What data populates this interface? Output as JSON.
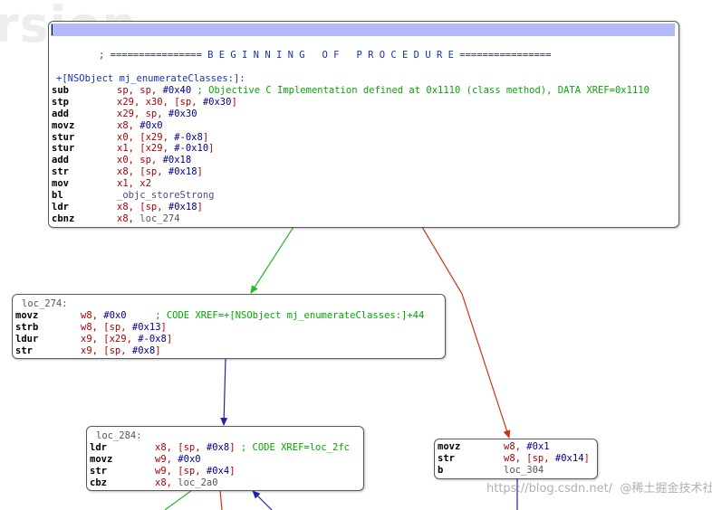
{
  "background_watermark": "rsion",
  "colors": {
    "register": "#aa0000",
    "number": "#000088",
    "comment": "#00aa00",
    "label": "#555555",
    "symbol": "#4b4b88",
    "banner": "#1a32b0",
    "edge_true": "#22bb22",
    "edge_false": "#cc3311",
    "edge_flow": "#2222aa",
    "selection": "#b3b9f5"
  },
  "nodes": {
    "n1": {
      "banner": "; ================ B E G I N N I N G   O F   P R O C E D U R E ================",
      "proc_name": "+[NSObject mj_enumerateClasses:]:",
      "lines": [
        {
          "m": "sub",
          "ops": [
            {
              "t": "sp, sp, ",
              "c": "register"
            },
            {
              "t": "#0x40",
              "c": "number"
            },
            {
              "t": " ; Objective C Implementation defined at 0x1110 (class method), DATA XREF=0x1110",
              "c": "comment"
            }
          ]
        },
        {
          "m": "stp",
          "ops": [
            {
              "t": "x29, x30, [sp, ",
              "c": "register"
            },
            {
              "t": "#0x30",
              "c": "number"
            },
            {
              "t": "]",
              "c": "register"
            }
          ]
        },
        {
          "m": "add",
          "ops": [
            {
              "t": "x29, sp, ",
              "c": "register"
            },
            {
              "t": "#0x30",
              "c": "number"
            }
          ]
        },
        {
          "m": "movz",
          "ops": [
            {
              "t": "x8, ",
              "c": "register"
            },
            {
              "t": "#0x0",
              "c": "number"
            }
          ]
        },
        {
          "m": "stur",
          "ops": [
            {
              "t": "x0, [x29, ",
              "c": "register"
            },
            {
              "t": "#-0x8",
              "c": "number"
            },
            {
              "t": "]",
              "c": "register"
            }
          ]
        },
        {
          "m": "stur",
          "ops": [
            {
              "t": "x1, [x29, ",
              "c": "register"
            },
            {
              "t": "#-0x10",
              "c": "number"
            },
            {
              "t": "]",
              "c": "register"
            }
          ]
        },
        {
          "m": "add",
          "ops": [
            {
              "t": "x0, sp, ",
              "c": "register"
            },
            {
              "t": "#0x18",
              "c": "number"
            }
          ]
        },
        {
          "m": "str",
          "ops": [
            {
              "t": "x8, [sp, ",
              "c": "register"
            },
            {
              "t": "#0x18",
              "c": "number"
            },
            {
              "t": "]",
              "c": "register"
            }
          ]
        },
        {
          "m": "mov",
          "ops": [
            {
              "t": "x1, x2",
              "c": "register"
            }
          ]
        },
        {
          "m": "bl",
          "ops": [
            {
              "t": "_objc_storeStrong",
              "c": "symbol"
            }
          ]
        },
        {
          "m": "ldr",
          "ops": [
            {
              "t": "x8, [sp, ",
              "c": "register"
            },
            {
              "t": "#0x18",
              "c": "number"
            },
            {
              "t": "]",
              "c": "register"
            }
          ]
        },
        {
          "m": "cbnz",
          "ops": [
            {
              "t": "x8, ",
              "c": "register"
            },
            {
              "t": "loc_274",
              "c": "label"
            }
          ]
        }
      ]
    },
    "n2": {
      "label": "loc_274:",
      "lines": [
        {
          "m": "movz",
          "ops": [
            {
              "t": "w8, ",
              "c": "register"
            },
            {
              "t": "#0x0",
              "c": "number"
            },
            {
              "t": "     ; CODE XREF=+[NSObject mj_enumerateClasses:]+44",
              "c": "comment"
            }
          ]
        },
        {
          "m": "strb",
          "ops": [
            {
              "t": "w8, [sp, ",
              "c": "register"
            },
            {
              "t": "#0x13",
              "c": "number"
            },
            {
              "t": "]",
              "c": "register"
            }
          ]
        },
        {
          "m": "ldur",
          "ops": [
            {
              "t": "x9, [x29, ",
              "c": "register"
            },
            {
              "t": "#-0x8",
              "c": "number"
            },
            {
              "t": "]",
              "c": "register"
            }
          ]
        },
        {
          "m": "str",
          "ops": [
            {
              "t": "x9, [sp, ",
              "c": "register"
            },
            {
              "t": "#0x8",
              "c": "number"
            },
            {
              "t": "]",
              "c": "register"
            }
          ]
        }
      ]
    },
    "n3": {
      "label": "loc_284:",
      "lines": [
        {
          "m": "ldr",
          "ops": [
            {
              "t": "x8, [sp, ",
              "c": "register"
            },
            {
              "t": "#0x8",
              "c": "number"
            },
            {
              "t": "]",
              "c": "register"
            },
            {
              "t": " ; CODE XREF=loc_2fc",
              "c": "comment"
            }
          ]
        },
        {
          "m": "movz",
          "ops": [
            {
              "t": "w9, ",
              "c": "register"
            },
            {
              "t": "#0x0",
              "c": "number"
            }
          ]
        },
        {
          "m": "str",
          "ops": [
            {
              "t": "w9, [sp, ",
              "c": "register"
            },
            {
              "t": "#0x4",
              "c": "number"
            },
            {
              "t": "]",
              "c": "register"
            }
          ]
        },
        {
          "m": "cbz",
          "ops": [
            {
              "t": "x8, ",
              "c": "register"
            },
            {
              "t": "loc_2a0",
              "c": "label"
            }
          ]
        }
      ]
    },
    "n4": {
      "lines": [
        {
          "m": "movz",
          "ops": [
            {
              "t": "w8, ",
              "c": "register"
            },
            {
              "t": "#0x1",
              "c": "number"
            }
          ]
        },
        {
          "m": "str",
          "ops": [
            {
              "t": "w8, [sp, ",
              "c": "register"
            },
            {
              "t": "#0x14",
              "c": "number"
            },
            {
              "t": "]",
              "c": "register"
            }
          ]
        },
        {
          "m": "b",
          "ops": [
            {
              "t": "loc_304",
              "c": "label"
            }
          ]
        }
      ]
    }
  },
  "watermark": "https://blog.csdn.net/  @稀土掘金技术社区"
}
